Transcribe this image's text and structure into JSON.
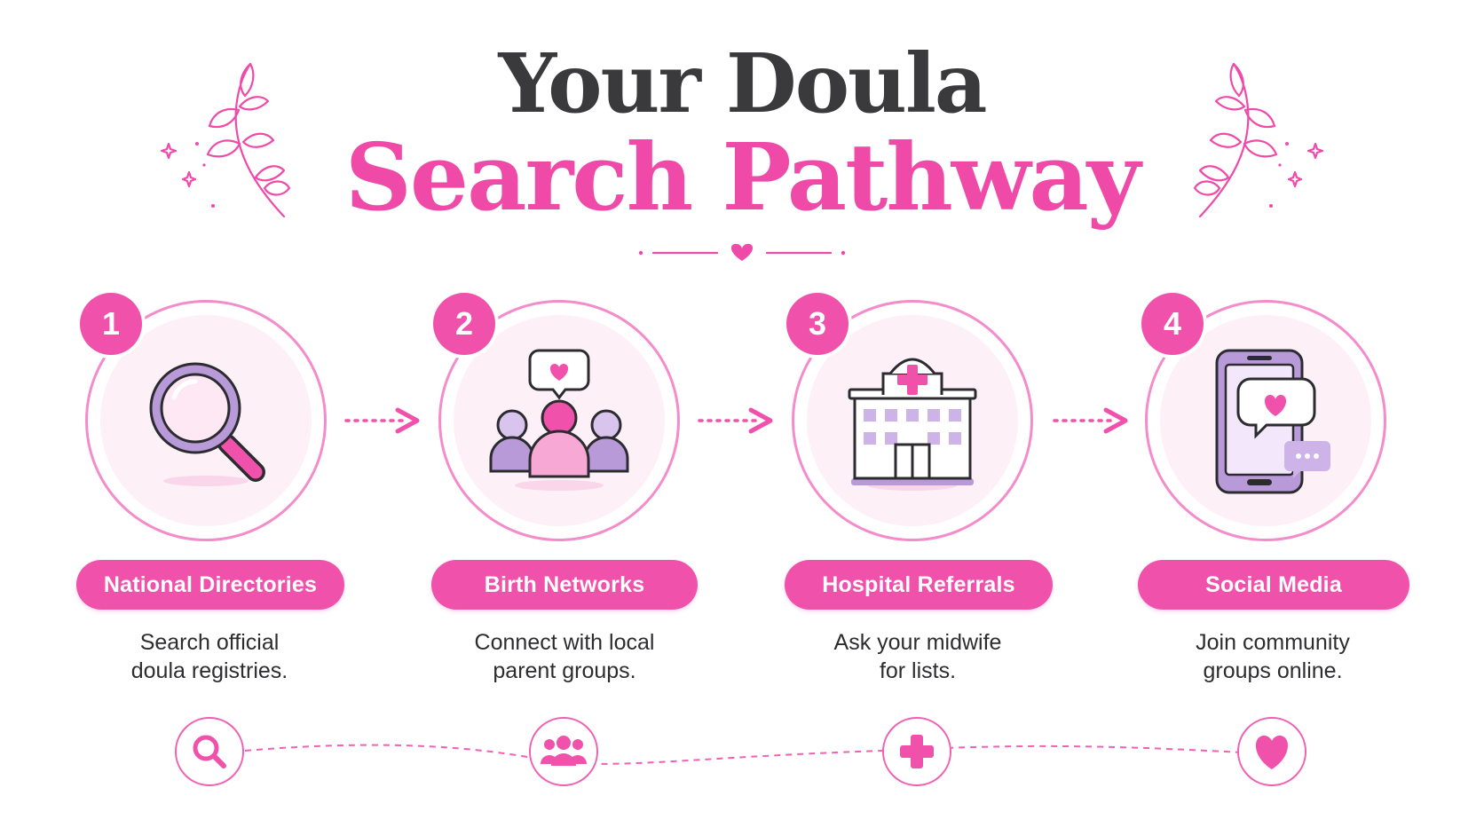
{
  "header": {
    "title_line1": "Your Doula",
    "title_line2": "Search Pathway"
  },
  "colors": {
    "accent": "#f052ab",
    "title_dark": "#3a3a3d",
    "lavender": "#b79ad6",
    "ring": "#f48ccb"
  },
  "steps": [
    {
      "number": "1",
      "label": "National Directories",
      "desc_line1": "Search official",
      "desc_line2": "doula registries.",
      "icon": "magnifier-icon",
      "mini_icon": "search-icon"
    },
    {
      "number": "2",
      "label": "Birth Networks",
      "desc_line1": "Connect with local",
      "desc_line2": "parent groups.",
      "icon": "group-heart-icon",
      "mini_icon": "people-icon"
    },
    {
      "number": "3",
      "label": "Hospital Referrals",
      "desc_line1": "Ask your midwife",
      "desc_line2": "for lists.",
      "icon": "hospital-icon",
      "mini_icon": "medical-cross-icon"
    },
    {
      "number": "4",
      "label": "Social Media",
      "desc_line1": "Join community",
      "desc_line2": "groups online.",
      "icon": "phone-chat-icon",
      "mini_icon": "heart-icon"
    }
  ]
}
